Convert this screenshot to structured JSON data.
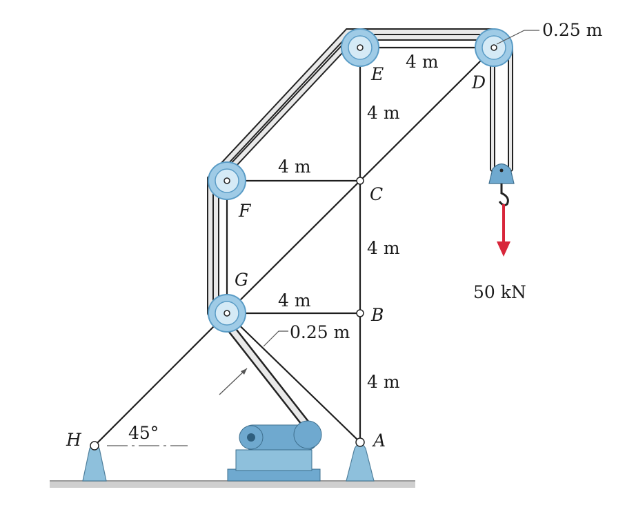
{
  "diagram": {
    "points": {
      "A": "A",
      "B": "B",
      "C": "C",
      "D": "D",
      "E": "E",
      "F": "F",
      "G": "G",
      "H": "H"
    },
    "dimensions": {
      "ED": "4 m",
      "EC": "4 m",
      "FC": "4 m",
      "CB": "4 m",
      "GB": "4 m",
      "BA": "4 m",
      "pulley_radius_D": "0.25 m",
      "pulley_radius_G": "0.25 m"
    },
    "angle_H": "45°",
    "load": {
      "label": "50 kN",
      "arrow_color": "#d8263a"
    },
    "colors": {
      "pulley": "#9fcbe6",
      "pulley_dark": "#5a9cc6",
      "support": "#8ec0dc",
      "ground": "#c9c9c9",
      "winch": "#6fa9cf"
    }
  }
}
